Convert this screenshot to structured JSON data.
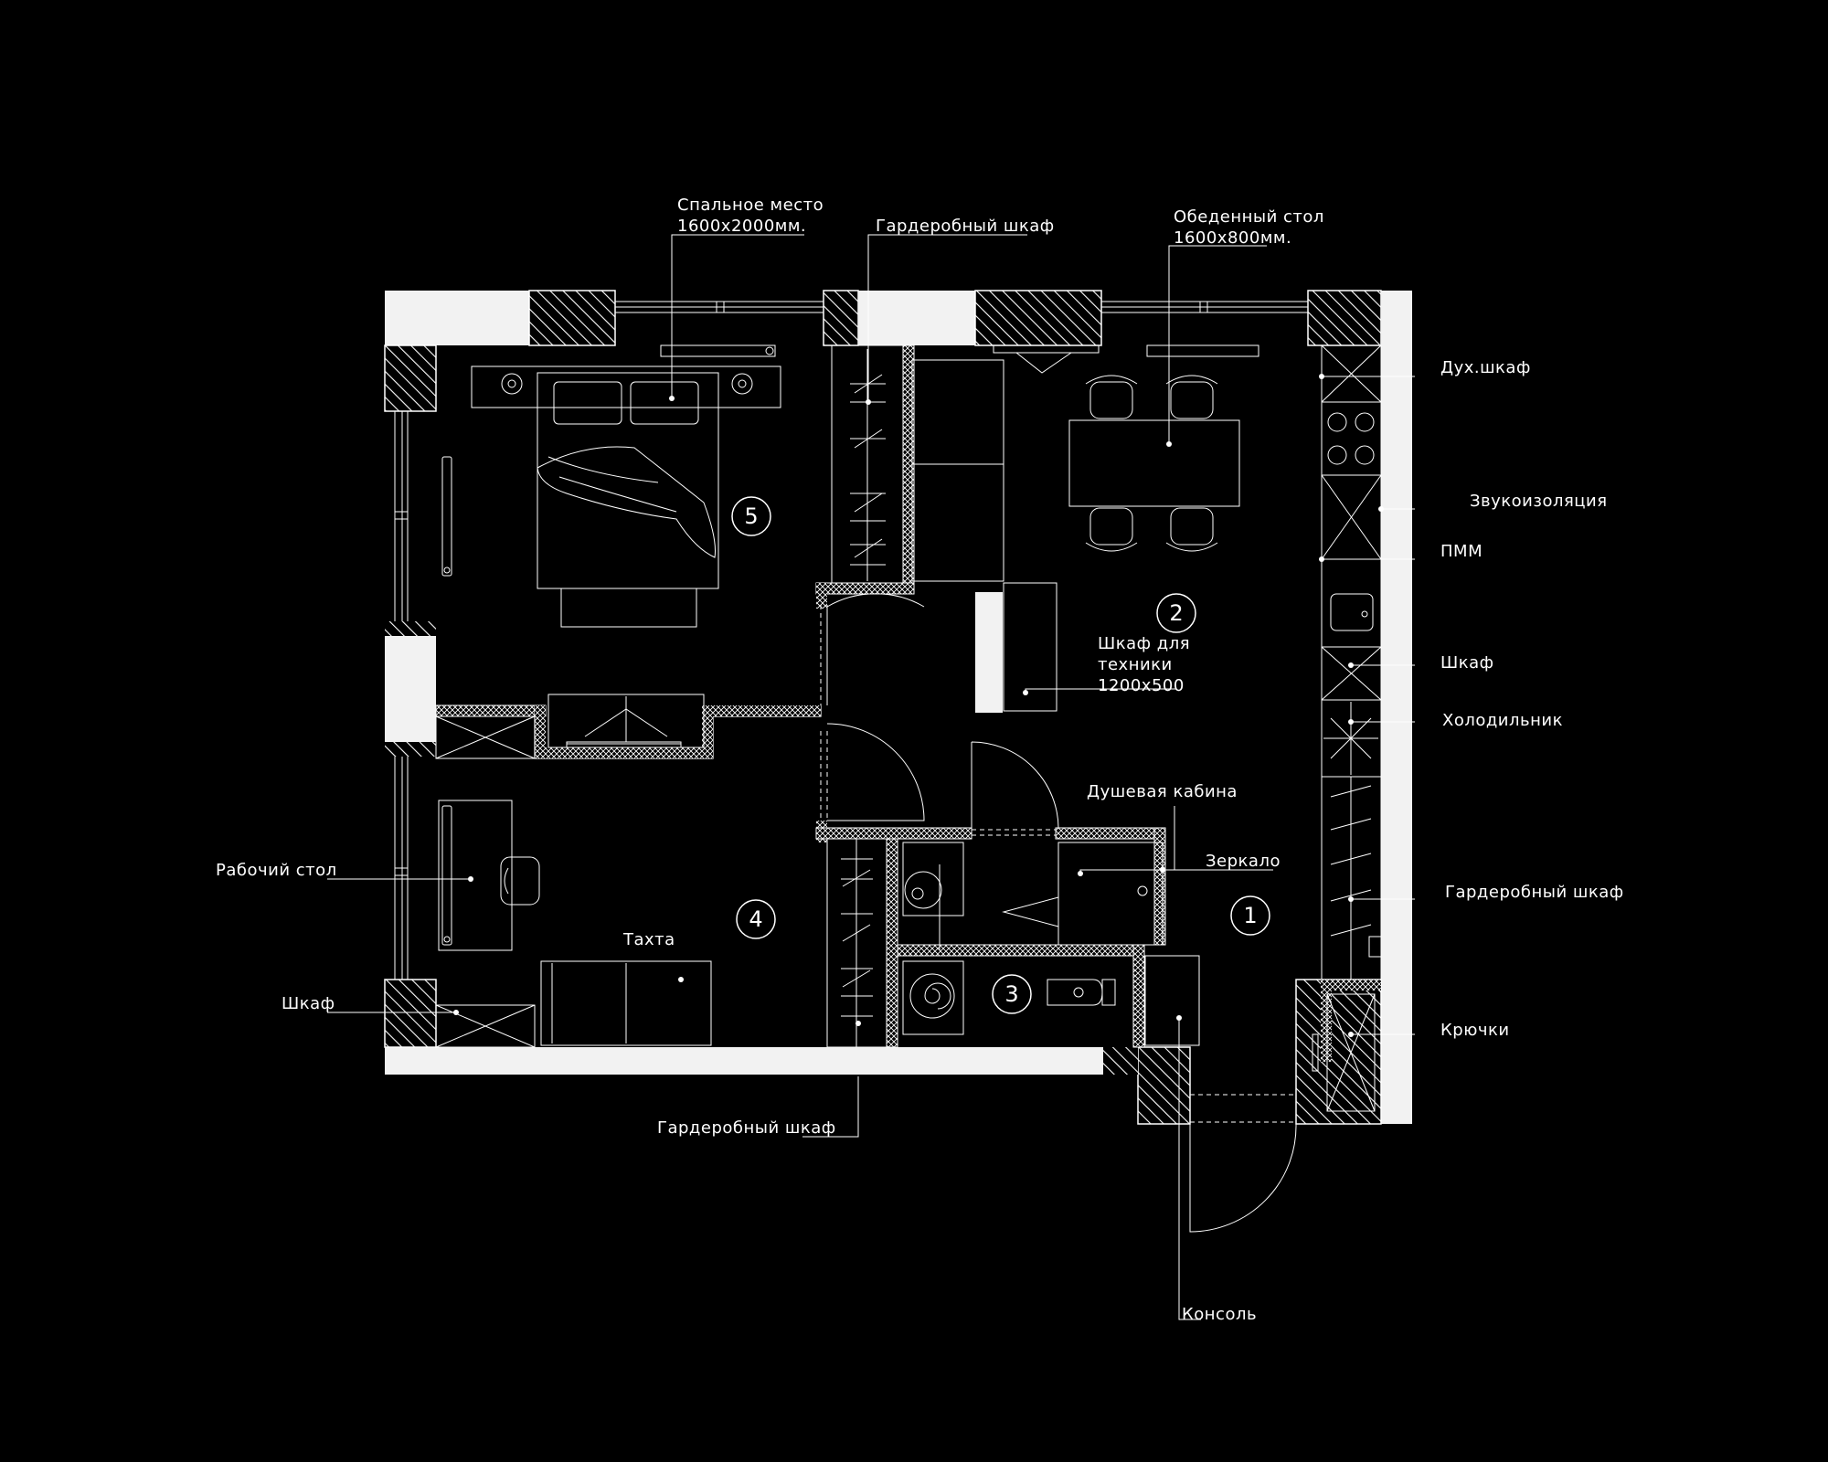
{
  "callouts": {
    "bed_line1": "Спальное место",
    "bed_line2": "1600х2000мм.",
    "wardrobe_top": "Гардеробный шкаф",
    "dining_line1": "Обеденный стол",
    "dining_line2": "1600х800мм.",
    "oven": "Дух.шкаф",
    "soundproofing": "Звукоизоляция",
    "dishwasher": "ПММ",
    "cabinet_right": "Шкаф",
    "fridge": "Холодильник",
    "wardrobe_right": "Гардеробный шкаф",
    "hooks": "Крючки",
    "console": "Консоль",
    "wardrobe_bottom": "Гардеробный шкаф",
    "cabinet_left": "Шкаф",
    "desk": "Рабочий стол",
    "daybed": "Тахта",
    "shower": "Душевая кабина",
    "mirror": "Зеркало",
    "tech_line1": "Шкаф для",
    "tech_line2": "техники",
    "tech_line3": "1200х500"
  },
  "rooms": [
    "1",
    "2",
    "3",
    "4",
    "5"
  ]
}
